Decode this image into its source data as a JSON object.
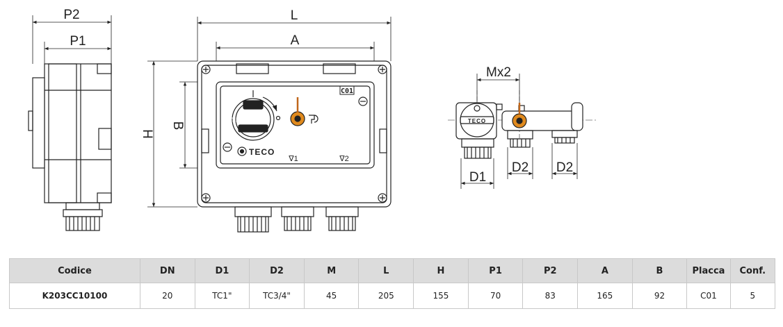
{
  "drawing": {
    "dims": {
      "p2": "P2",
      "p1": "P1",
      "l": "L",
      "a": "A",
      "h": "H",
      "b": "B",
      "mx2": "Mx2",
      "d1": "D1",
      "d2_left": "D2",
      "d2_right": "D2"
    },
    "plate_code": "C01",
    "port_v1": "∇1",
    "port_v2": "∇2",
    "brand": "TECO"
  },
  "table": {
    "headers": [
      "Codice",
      "DN",
      "D1",
      "D2",
      "M",
      "L",
      "H",
      "P1",
      "P2",
      "A",
      "B",
      "Placca",
      "Conf."
    ],
    "rows": [
      [
        "K203CC10100",
        "20",
        "TC1\"",
        "TC3/4\"",
        "45",
        "205",
        "155",
        "70",
        "83",
        "165",
        "92",
        "C01",
        "5"
      ]
    ]
  }
}
